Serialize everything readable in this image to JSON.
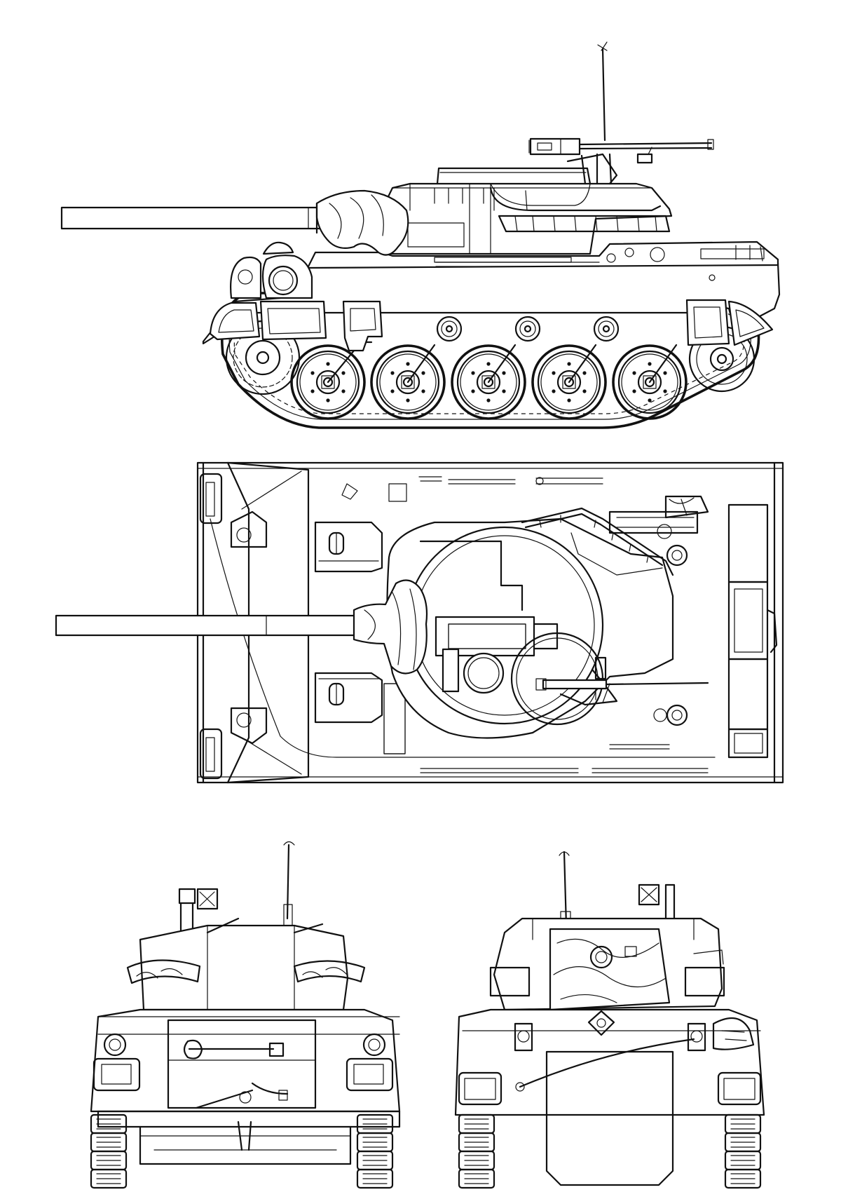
{
  "drawing": {
    "views": [
      "side-view",
      "top-view",
      "rear-view",
      "front-view"
    ],
    "line_color": "#111111",
    "paper_color": "#ffffff"
  }
}
